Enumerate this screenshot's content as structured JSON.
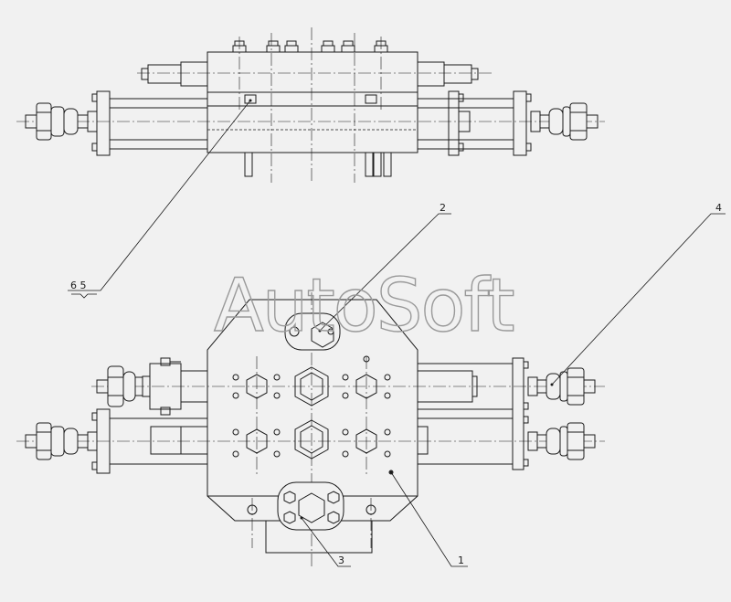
{
  "watermark": "AutoSoft",
  "callouts": {
    "c65": "6  5",
    "c2": "2",
    "c4": "4",
    "c3": "3",
    "c1": "1"
  }
}
